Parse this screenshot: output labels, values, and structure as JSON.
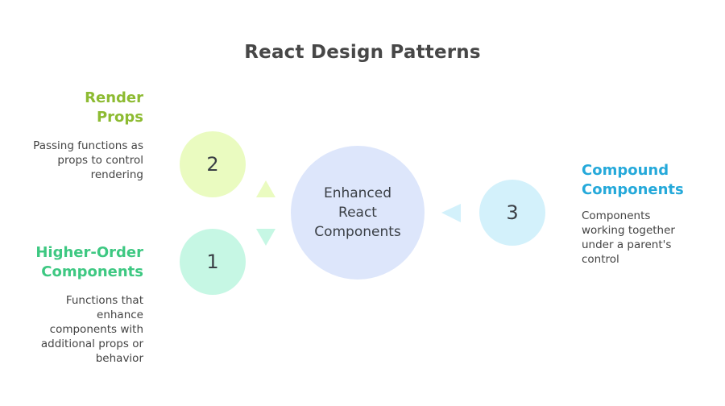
{
  "title": "React Design Patterns",
  "center": {
    "label": "Enhanced React Components",
    "color": "#dde6fb"
  },
  "patterns": [
    {
      "number": "1",
      "heading": "Higher-Order Components",
      "description": "Functions that enhance components with additional props or behavior",
      "heading_color": "#3ec882",
      "circle_color": "#c6f7e4",
      "arrow_color": "#c6f7e4"
    },
    {
      "number": "2",
      "heading": "Render Props",
      "description": "Passing functions as props to control rendering",
      "heading_color": "#8dbb32",
      "circle_color": "#eafbc0",
      "arrow_color": "#eafbc0"
    },
    {
      "number": "3",
      "heading": "Compound Components",
      "description": "Components working together under a parent's control",
      "heading_color": "#25a9da",
      "circle_color": "#d3f1fb",
      "arrow_color": "#d3f1fb"
    }
  ]
}
